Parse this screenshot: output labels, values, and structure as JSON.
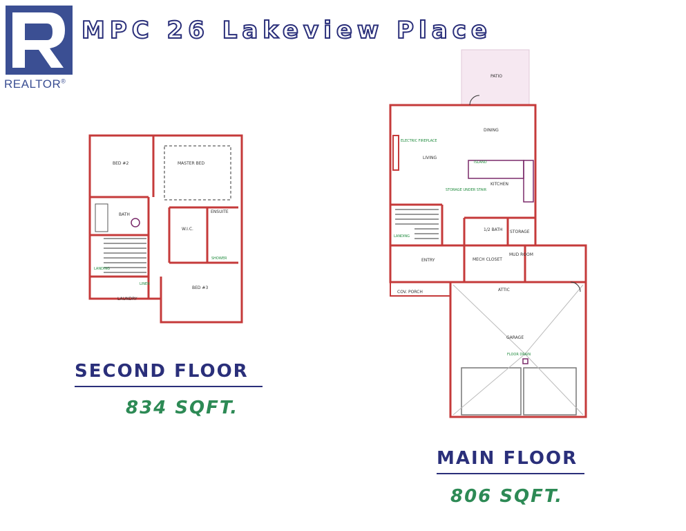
{
  "title": "MPC 26 Lakeview Place",
  "logo": {
    "text": "REALTOR",
    "mark": "®"
  },
  "second_floor": {
    "label": "SECOND FLOOR",
    "sqft": "834 SQFT.",
    "rooms": {
      "bed2": "BED #2",
      "master": "MASTER BED",
      "bath": "BATH",
      "wic": "W.I.C.",
      "ensuite": "ENSUITE",
      "landing": "LANDING",
      "laundry": "LAUNDRY",
      "bed3": "BED #3",
      "linen": "LINEN",
      "shower": "SHOWER"
    }
  },
  "main_floor": {
    "label": "MAIN FLOOR",
    "sqft": "806 SQFT.",
    "rooms": {
      "patio": "PATIO",
      "dining": "DINING",
      "living": "LIVING",
      "fireplace": "ELECTRIC FIREPLACE",
      "kitchen": "KITCHEN",
      "island": "ISLAND",
      "storage_stair": "STORAGE UNDER STAIR",
      "landing": "LANDING",
      "half_bath": "1/2 BATH",
      "storage": "STORAGE",
      "mech": "MECH CLOSET",
      "mud": "MUD ROOM",
      "entry": "ENTRY",
      "cov_porch": "COV. PORCH",
      "attic": "ATTIC",
      "garage": "GARAGE",
      "floor_drain": "FLOOR DRAIN"
    }
  }
}
